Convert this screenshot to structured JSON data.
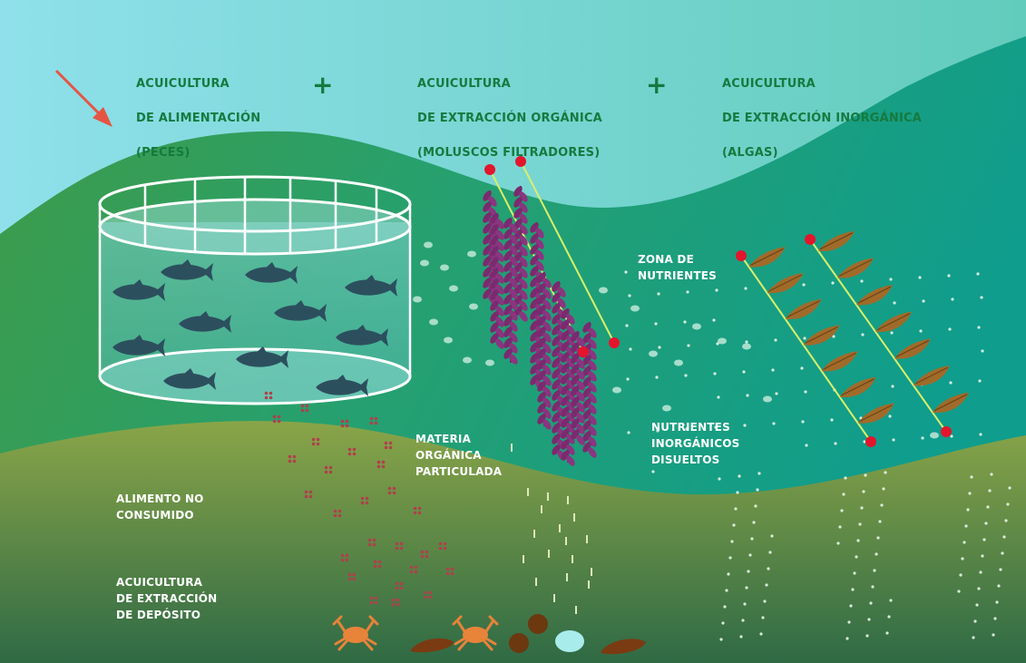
{
  "diagram": {
    "sections": [
      {
        "line1": "ACUICULTURA",
        "line2": "DE ALIMENTACIÓN",
        "line3": "(PECES)"
      },
      {
        "line1": "ACUICULTURA",
        "line2": "DE EXTRACCIÓN ORGÁNICA",
        "line3": "(MOLUSCOS FILTRADORES)"
      },
      {
        "line1": "ACUICULTURA",
        "line2": "DE EXTRACCIÓN INORGÁNICA",
        "line3": "(ALGAS)"
      }
    ],
    "plus_sign": "+",
    "labels": {
      "nutrient_zone": "ZONA DE\nNUTRIENTES",
      "dissolved_nutrients": "NUTRIENTES\nINORGÁNICOS\nDISUELTOS",
      "particulate_matter": "MATERIA\nORGÁNICA\nPARTICULADA",
      "unconsumed_feed": "ALIMENTO NO\nCONSUMIDO",
      "deposit_aquaculture": "ACUICULTURA\nDE EXTRACCIÓN\nDE DEPÓSITO"
    },
    "colors": {
      "sky": "#8fe0ea",
      "water_top": "#62ccbc",
      "water_deep": "#0f9d8d",
      "seabed": "#7e9a43",
      "title_text": "#157a3e",
      "fish": "#2c4f5e",
      "mussel": "#7a2a6e",
      "seaweed": "#a06b2a",
      "rope_float": "#e2152c",
      "arrow": "#e55544"
    },
    "icons": [
      "red-arrow-icon",
      "fish-cage-icon",
      "fish-icon",
      "mussel-rope-icon",
      "seaweed-icon",
      "crab-icon",
      "sea-cucumber-icon",
      "urchin-icon"
    ]
  }
}
